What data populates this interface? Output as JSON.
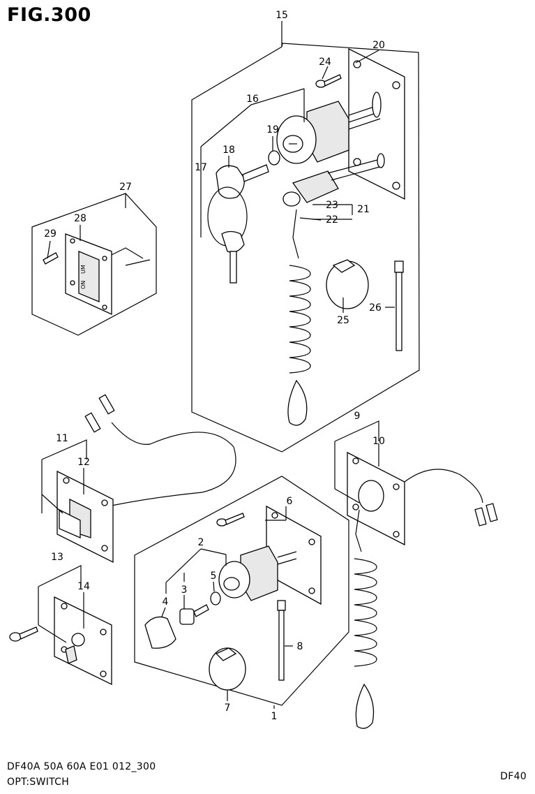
{
  "figure": {
    "title": "FIG.300",
    "model_line": "DF40A 50A 60A E01 012_300",
    "section_title": "OPT:SWITCH",
    "page_code": "DF40"
  },
  "parts": {
    "p1": "1",
    "p2": "2",
    "p3": "3",
    "p4": "4",
    "p5": "5",
    "p6": "6",
    "p7": "7",
    "p8": "8",
    "p9": "9",
    "p10": "10",
    "p11": "11",
    "p12": "12",
    "p13": "13",
    "p14": "14",
    "p15": "15",
    "p16": "16",
    "p17": "17",
    "p18": "18",
    "p19": "19",
    "p20": "20",
    "p21": "21",
    "p22": "22",
    "p23": "23",
    "p24": "24",
    "p25": "25",
    "p26": "26",
    "p27": "27",
    "p28": "28",
    "p29": "29"
  },
  "switch_labels": {
    "lower": "UM",
    "upper": "ON"
  }
}
